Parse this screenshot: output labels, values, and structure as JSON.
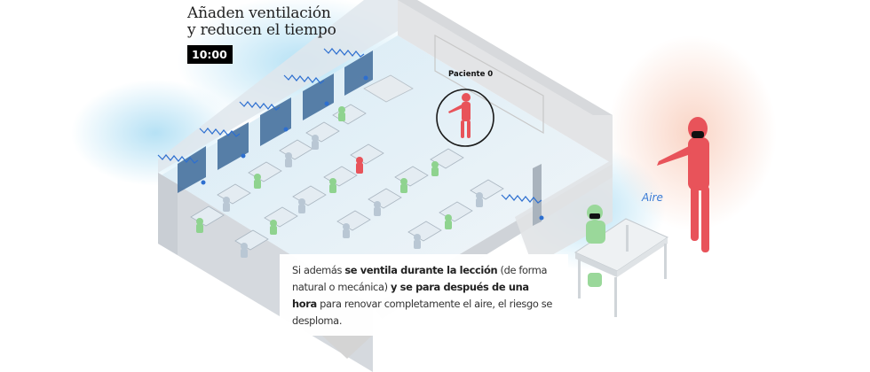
{
  "header": {
    "title_line1": "Añaden ventilación",
    "title_line2": "y reducen el tiempo",
    "clock": "10:00"
  },
  "labels": {
    "patient_zero": "Paciente 0",
    "air": "Aire"
  },
  "caption": {
    "part1": "Si además ",
    "bold1": "se ventila durante la lección",
    "part2": " (de forma natural o mecánica) ",
    "bold2": "y se para después de una hora",
    "part3": " para renovar completamente el aire, el riesgo se desploma."
  },
  "colors": {
    "infected": "#e8535a",
    "healthy": "#8fd38f",
    "neutral": "#b9c7d4",
    "air_blue": "#3a7bd5",
    "air_glow": "#bfe6f7",
    "warm_glow": "#fbd9c9",
    "wall": "#d9dde2",
    "floor": "#eef4f8"
  }
}
